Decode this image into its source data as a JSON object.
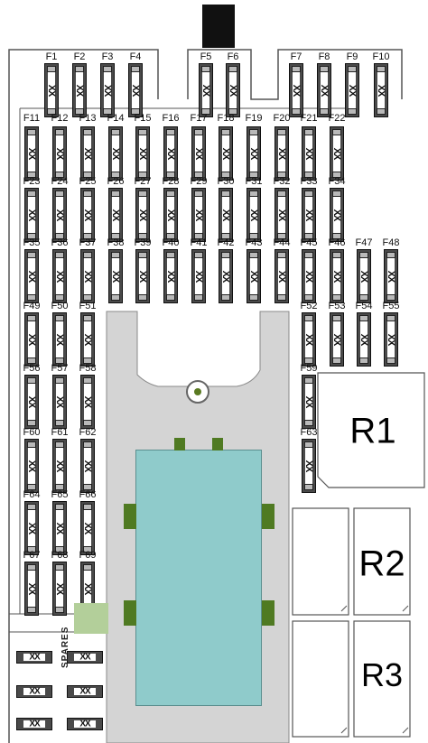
{
  "fuse_marking": "XX",
  "spares_label": "SPARES",
  "top_fuses": [
    "F1",
    "F2",
    "F3",
    "F4",
    "F5",
    "F6",
    "F7",
    "F8",
    "F9",
    "F10"
  ],
  "row_a": [
    "F11",
    "F12",
    "F13",
    "F14",
    "F15",
    "F16",
    "F17",
    "F18",
    "F19",
    "F20",
    "F21",
    "F22"
  ],
  "row_b": [
    "F23",
    "F24",
    "F25",
    "F26",
    "F27",
    "F28",
    "F29",
    "F30",
    "F31",
    "F32",
    "F33",
    "F34"
  ],
  "row_c": [
    "F35",
    "F36",
    "F37",
    "F38",
    "F39",
    "F40",
    "F41",
    "F42",
    "F43",
    "F44",
    "F45",
    "F46",
    "F47",
    "F48"
  ],
  "row_d_left": [
    "F49",
    "F50",
    "F51"
  ],
  "row_d_right": [
    "F52",
    "F53",
    "F54",
    "F55"
  ],
  "row_e_left": [
    "F56",
    "F57",
    "F58"
  ],
  "row_e_right": [
    "F59"
  ],
  "row_f_left": [
    "F60",
    "F61",
    "F62"
  ],
  "row_f_right": [
    "F63"
  ],
  "row_g_left": [
    "F64",
    "F65",
    "F66"
  ],
  "row_h_left": [
    "F67",
    "F68",
    "F69"
  ],
  "relays": [
    "R1",
    "R2",
    "R3"
  ],
  "colors": {
    "panel_gray": "#d4d4d4",
    "connector_teal": "#8fcbcb",
    "pin_green": "#4f7a22",
    "light_green": "#b3cf9a",
    "black_block": "#111111"
  }
}
